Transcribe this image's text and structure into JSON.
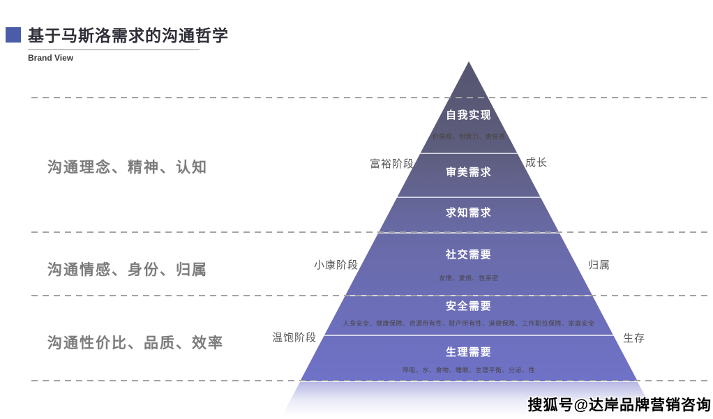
{
  "header": {
    "title": "基于马斯洛需求的沟通哲学",
    "subtitle": "Brand View"
  },
  "left_labels": [
    "沟通理念、精神、认知",
    "沟通情感、身份、归属",
    "沟通性价比、品质、效率"
  ],
  "stage_labels": [
    "富裕阶段",
    "小康阶段",
    "温饱阶段"
  ],
  "right_labels": [
    "成长",
    "归属",
    "生存"
  ],
  "pyramid": {
    "levels": [
      {
        "title": "自我实现",
        "subtitle": "价值观、创造力、责任感"
      },
      {
        "title": "审美需求",
        "subtitle": ""
      },
      {
        "title": "求知需求",
        "subtitle": ""
      },
      {
        "title": "社交需要",
        "subtitle": "友情、爱情、性亲密"
      },
      {
        "title": "安全需要",
        "subtitle": "人身安全、健康保障、资源所有性、财产所有性、道德保障、工作职位保障、家庭安全"
      },
      {
        "title": "生理需要",
        "subtitle": "呼吸、水、食物、睡眠、生理平衡、分泌、性"
      }
    ]
  },
  "watermark": "搜狐号@达岸品牌营销咨询",
  "colors": {
    "title_bullet": "#4b5da8",
    "pyramid_top": "#565570",
    "pyramid_bottom": "#6f72c7",
    "dashed_line": "#a3a3a3",
    "side_label_gray": "#7b7b7b",
    "stage_label_gray": "#595959"
  }
}
